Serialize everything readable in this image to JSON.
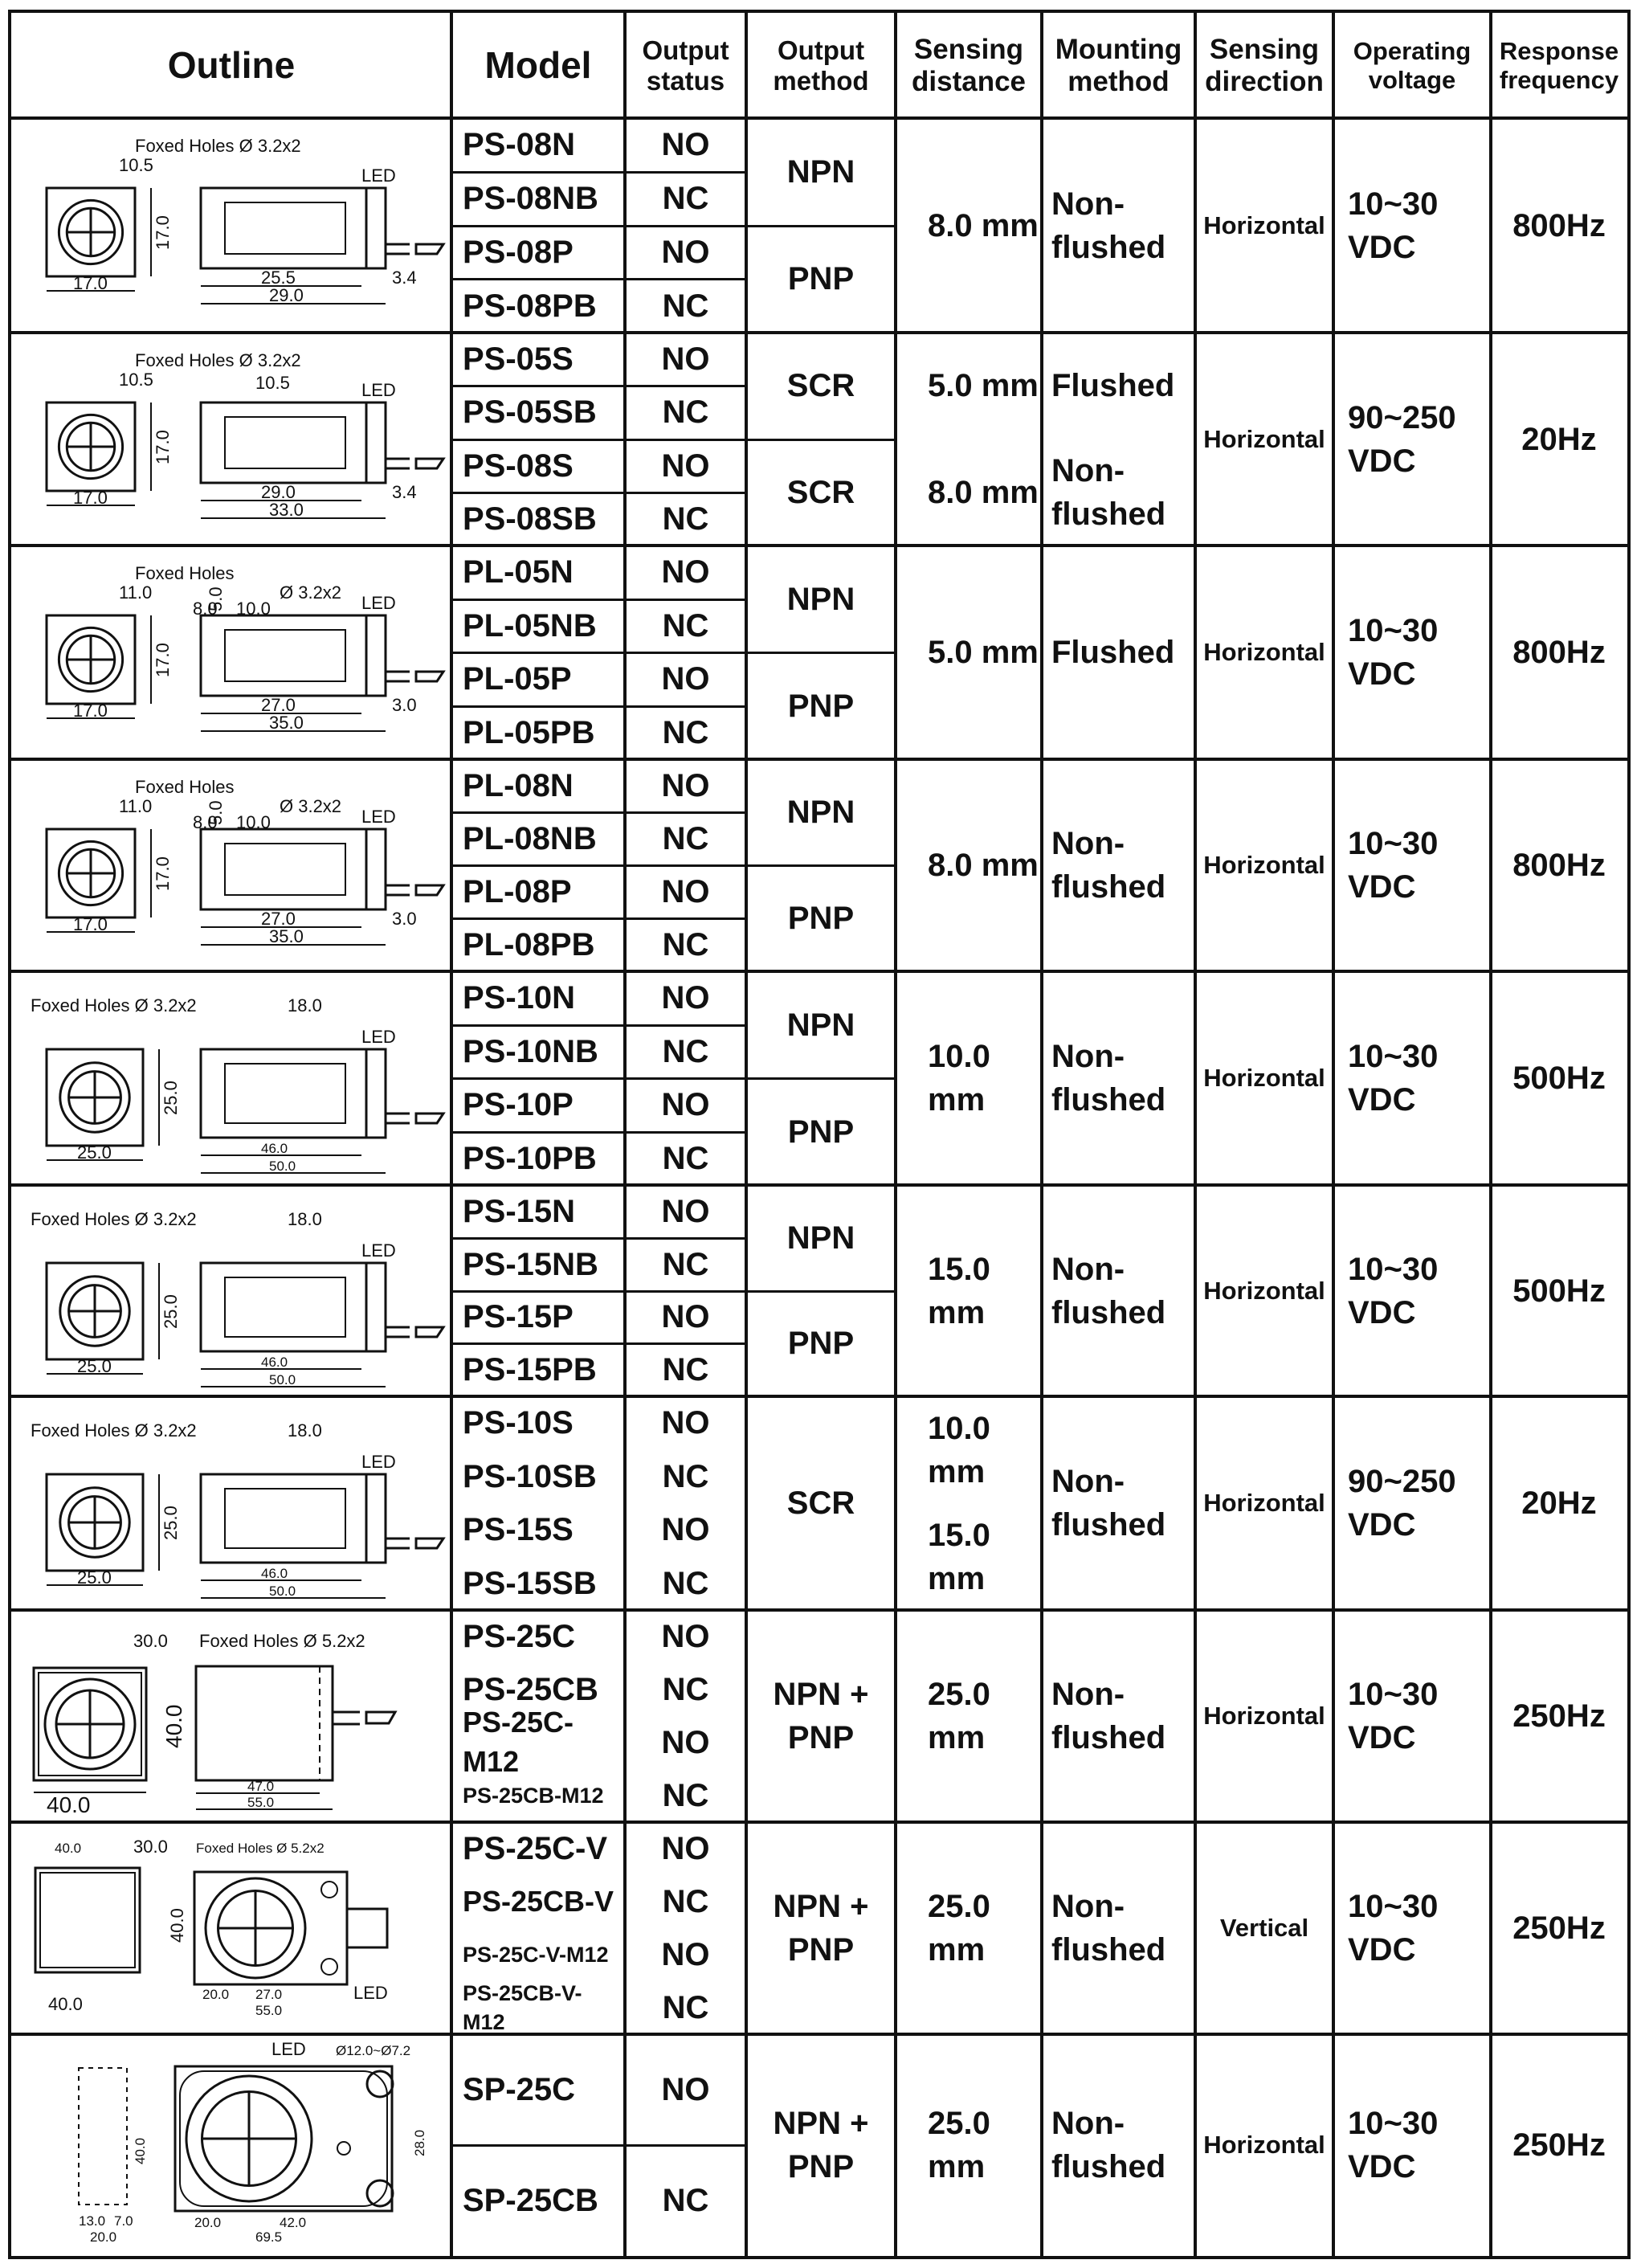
{
  "headers": {
    "outline": "Outline",
    "model": "Model",
    "output_status": "Output status",
    "output_method": "Output method",
    "sensing_distance": "Sensing distance",
    "mounting_method": "Mounting method",
    "sensing_direction": "Sensing direction",
    "operating_voltage": "Operating voltage",
    "response_frequency": "Response frequency"
  },
  "groups": [
    {
      "models": [
        [
          "PS-08N",
          "NO"
        ],
        [
          "PS-08NB",
          "NC"
        ],
        [
          "PS-08P",
          "NO"
        ],
        [
          "PS-08PB",
          "NC"
        ]
      ],
      "methods": [
        "NPN",
        "PNP"
      ],
      "distance": "8.0 mm",
      "mounting": "Non- flushed",
      "direction": "Horizontal",
      "voltage": "10~30 VDC",
      "frequency": "800Hz",
      "outline": {
        "holes": "Foxed Holes  Ø 3.2x2",
        "pitch": "10.5",
        "led": "LED",
        "w": "17.0",
        "h": "17.0",
        "d1": "25.5",
        "d2": "29.0",
        "d3": "3.4"
      }
    },
    {
      "models": [
        [
          "PS-05S",
          "NO"
        ],
        [
          "PS-05SB",
          "NC"
        ],
        [
          "PS-08S",
          "NO"
        ],
        [
          "PS-08SB",
          "NC"
        ]
      ],
      "methods": [
        "SCR",
        "SCR"
      ],
      "distances": [
        "5.0 mm",
        "8.0 mm"
      ],
      "mountings": [
        "Flushed",
        "Non- flushed"
      ],
      "direction": "Horizontal",
      "voltage": "90~250 VDC",
      "frequency": "20Hz",
      "outline": {
        "holes": "Foxed Holes  Ø 3.2x2",
        "pitch": "10.5",
        "pitch2": "10.5",
        "led": "LED",
        "w": "17.0",
        "h": "17.0",
        "d1": "29.0",
        "d2": "33.0",
        "d3": "3.4"
      }
    },
    {
      "models": [
        [
          "PL-05N",
          "NO"
        ],
        [
          "PL-05NB",
          "NC"
        ],
        [
          "PL-05P",
          "NO"
        ],
        [
          "PL-05PB",
          "NC"
        ]
      ],
      "methods": [
        "NPN",
        "PNP"
      ],
      "distance": "5.0 mm",
      "mounting": "Flushed",
      "direction": "Horizontal",
      "voltage": "10~30 VDC",
      "frequency": "800Hz",
      "outline": {
        "holes": "Foxed Holes",
        "hole_d": "Ø 3.2x2",
        "slot": "5.0",
        "pitch": "11.0",
        "a": "8.0",
        "b": "10.0",
        "led": "LED",
        "w": "17.0",
        "h": "17.0",
        "d1": "27.0",
        "d2": "35.0",
        "d3": "3.0"
      }
    },
    {
      "models": [
        [
          "PL-08N",
          "NO"
        ],
        [
          "PL-08NB",
          "NC"
        ],
        [
          "PL-08P",
          "NO"
        ],
        [
          "PL-08PB",
          "NC"
        ]
      ],
      "methods": [
        "NPN",
        "PNP"
      ],
      "distance": "8.0 mm",
      "mounting": "Non- flushed",
      "direction": "Horizontal",
      "voltage": "10~30 VDC",
      "frequency": "800Hz",
      "outline": {
        "holes": "Foxed Holes",
        "hole_d": "Ø 3.2x2",
        "slot": "5.0",
        "pitch": "11.0",
        "a": "8.0",
        "b": "10.0",
        "led": "LED",
        "w": "17.0",
        "h": "17.0",
        "d1": "27.0",
        "d2": "35.0",
        "d3": "3.0"
      }
    },
    {
      "models": [
        [
          "PS-10N",
          "NO"
        ],
        [
          "PS-10NB",
          "NC"
        ],
        [
          "PS-10P",
          "NO"
        ],
        [
          "PS-10PB",
          "NC"
        ]
      ],
      "methods": [
        "NPN",
        "PNP"
      ],
      "distance": "10.0 mm",
      "mounting": "Non- flushed",
      "direction": "Horizontal",
      "voltage": "10~30 VDC",
      "frequency": "500Hz",
      "outline": {
        "holes": "Foxed Holes  Ø 3.2x2",
        "pitch": "18.0",
        "led": "LED",
        "w": "25.0",
        "h": "25.0",
        "d1": "46.0",
        "d2": "50.0"
      }
    },
    {
      "models": [
        [
          "PS-15N",
          "NO"
        ],
        [
          "PS-15NB",
          "NC"
        ],
        [
          "PS-15P",
          "NO"
        ],
        [
          "PS-15PB",
          "NC"
        ]
      ],
      "methods": [
        "NPN",
        "PNP"
      ],
      "distance": "15.0 mm",
      "mounting": "Non- flushed",
      "direction": "Horizontal",
      "voltage": "10~30 VDC",
      "frequency": "500Hz",
      "outline": {
        "holes": "Foxed Holes  Ø 3.2x2",
        "pitch": "18.0",
        "led": "LED",
        "w": "25.0",
        "h": "25.0",
        "d1": "46.0",
        "d2": "50.0"
      }
    },
    {
      "models": [
        [
          "PS-10S",
          "NO"
        ],
        [
          "PS-10SB",
          "NC"
        ],
        [
          "PS-15S",
          "NO"
        ],
        [
          "PS-15SB",
          "NC"
        ]
      ],
      "methods": [
        "SCR"
      ],
      "distances": [
        "10.0 mm",
        "15.0 mm"
      ],
      "mounting": "Non- flushed",
      "direction": "Horizontal",
      "voltage": "90~250 VDC",
      "frequency": "20Hz",
      "outline": {
        "holes": "Foxed Holes  Ø 3.2x2",
        "pitch": "18.0",
        "led": "LED",
        "w": "25.0",
        "h": "25.0",
        "d1": "46.0",
        "d2": "50.0"
      }
    },
    {
      "models": [
        [
          "PS-25C",
          "NO"
        ],
        [
          "PS-25CB",
          "NC"
        ],
        [
          "PS-25C-M12",
          "NO"
        ],
        [
          "PS-25CB-M12",
          "NC"
        ]
      ],
      "methods": [
        "NPN + PNP"
      ],
      "distance": "25.0 mm",
      "mounting": "Non- flushed",
      "direction": "Horizontal",
      "voltage": "10~30 VDC",
      "frequency": "250Hz",
      "outline": {
        "holes": "Foxed Holes  Ø 5.2x2",
        "pitch": "30.0",
        "w": "40.0",
        "h": "40.0",
        "d1": "47.0",
        "d2": "55.0"
      }
    },
    {
      "models": [
        [
          "PS-25C-V",
          "NO"
        ],
        [
          "PS-25CB-V",
          "NC"
        ],
        [
          "PS-25C-V-M12",
          "NO"
        ],
        [
          "PS-25CB-V-M12",
          "NC"
        ]
      ],
      "methods": [
        "NPN + PNP"
      ],
      "distance": "25.0 mm",
      "mounting": "Non- flushed",
      "direction": "Vertical",
      "voltage": "10~30 VDC",
      "frequency": "250Hz",
      "outline": {
        "holes": "Foxed Holes  Ø 5.2x2",
        "pitch": "30.0",
        "led": "LED",
        "w": "40.0",
        "w2": "40.0",
        "h": "40.0",
        "a": "20.0",
        "b": "27.0",
        "d2": "55.0"
      }
    },
    {
      "models": [
        [
          "SP-25C",
          "NO"
        ],
        [
          "SP-25CB",
          "NC"
        ]
      ],
      "methods": [
        "NPN + PNP"
      ],
      "distance": "25.0 mm",
      "mounting": "Non- flushed",
      "direction": "Horizontal",
      "voltage": "10~30 VDC",
      "frequency": "250Hz",
      "outline": {
        "led": "LED",
        "holes": "Ø12.0~Ø7.2",
        "h": "40.0",
        "side": "28.0",
        "a": "13.0",
        "b": "7.0",
        "c": "20.0",
        "d": "20.0",
        "e": "42.0",
        "f": "69.5"
      }
    }
  ]
}
